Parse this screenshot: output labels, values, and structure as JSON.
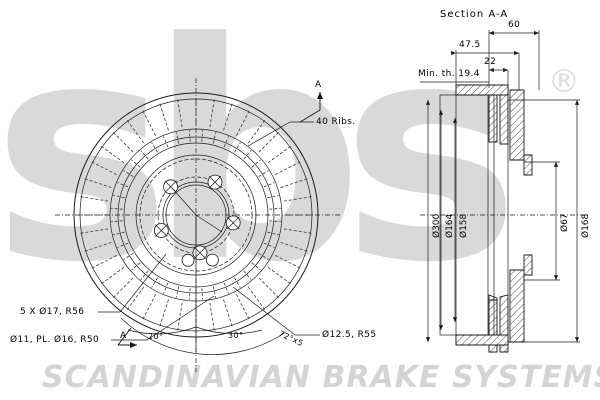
{
  "drawing": {
    "type": "engineering-drawing",
    "subject": "Ventilated brake disc",
    "watermark": {
      "logo_text": "sbs",
      "registered_mark": "®",
      "tagline": "SCANDINAVIAN BRAKE SYSTEMS",
      "logo_color": "#d9d9d9",
      "tagline_color": "#d4d4d4"
    },
    "views": [
      {
        "id": "front",
        "name": "front-view",
        "title": ""
      },
      {
        "id": "section",
        "name": "section-view",
        "title": "Section A-A"
      }
    ],
    "front_view": {
      "name": "brake-disc-front-view",
      "section_marker": "A",
      "section_marker_2": "A",
      "annotations": [
        {
          "id": "ribs",
          "text": "40 Ribs."
        },
        {
          "id": "bolts",
          "text": "5 X Ø17, R56"
        },
        {
          "id": "pilot",
          "text": "Ø11, PL. Ø16, R50"
        },
        {
          "id": "hole",
          "text": "Ø12.5, R55"
        }
      ],
      "angles": [
        {
          "id": "ang-a",
          "text": "A"
        },
        {
          "id": "ang-20",
          "text": "20°"
        },
        {
          "id": "ang-30",
          "text": "30°"
        },
        {
          "id": "ang-72",
          "text": "72°x5"
        }
      ],
      "rib_count": 40
    },
    "section_view": {
      "name": "brake-disc-section-view",
      "title": "Section A-A",
      "linear_dimensions": [
        {
          "id": "dim-60",
          "text": "60"
        },
        {
          "id": "dim-47-5",
          "text": "47.5"
        },
        {
          "id": "dim-22",
          "text": "22"
        },
        {
          "id": "dim-min",
          "text": "Min. th. 19.4"
        }
      ],
      "diameter_dimensions": [
        {
          "id": "dia-300",
          "text": "Ø300"
        },
        {
          "id": "dia-164",
          "text": "Ø164"
        },
        {
          "id": "dia-158",
          "text": "Ø158"
        },
        {
          "id": "dia-67",
          "text": "Ø67"
        },
        {
          "id": "dia-168",
          "text": "Ø168"
        }
      ]
    }
  }
}
